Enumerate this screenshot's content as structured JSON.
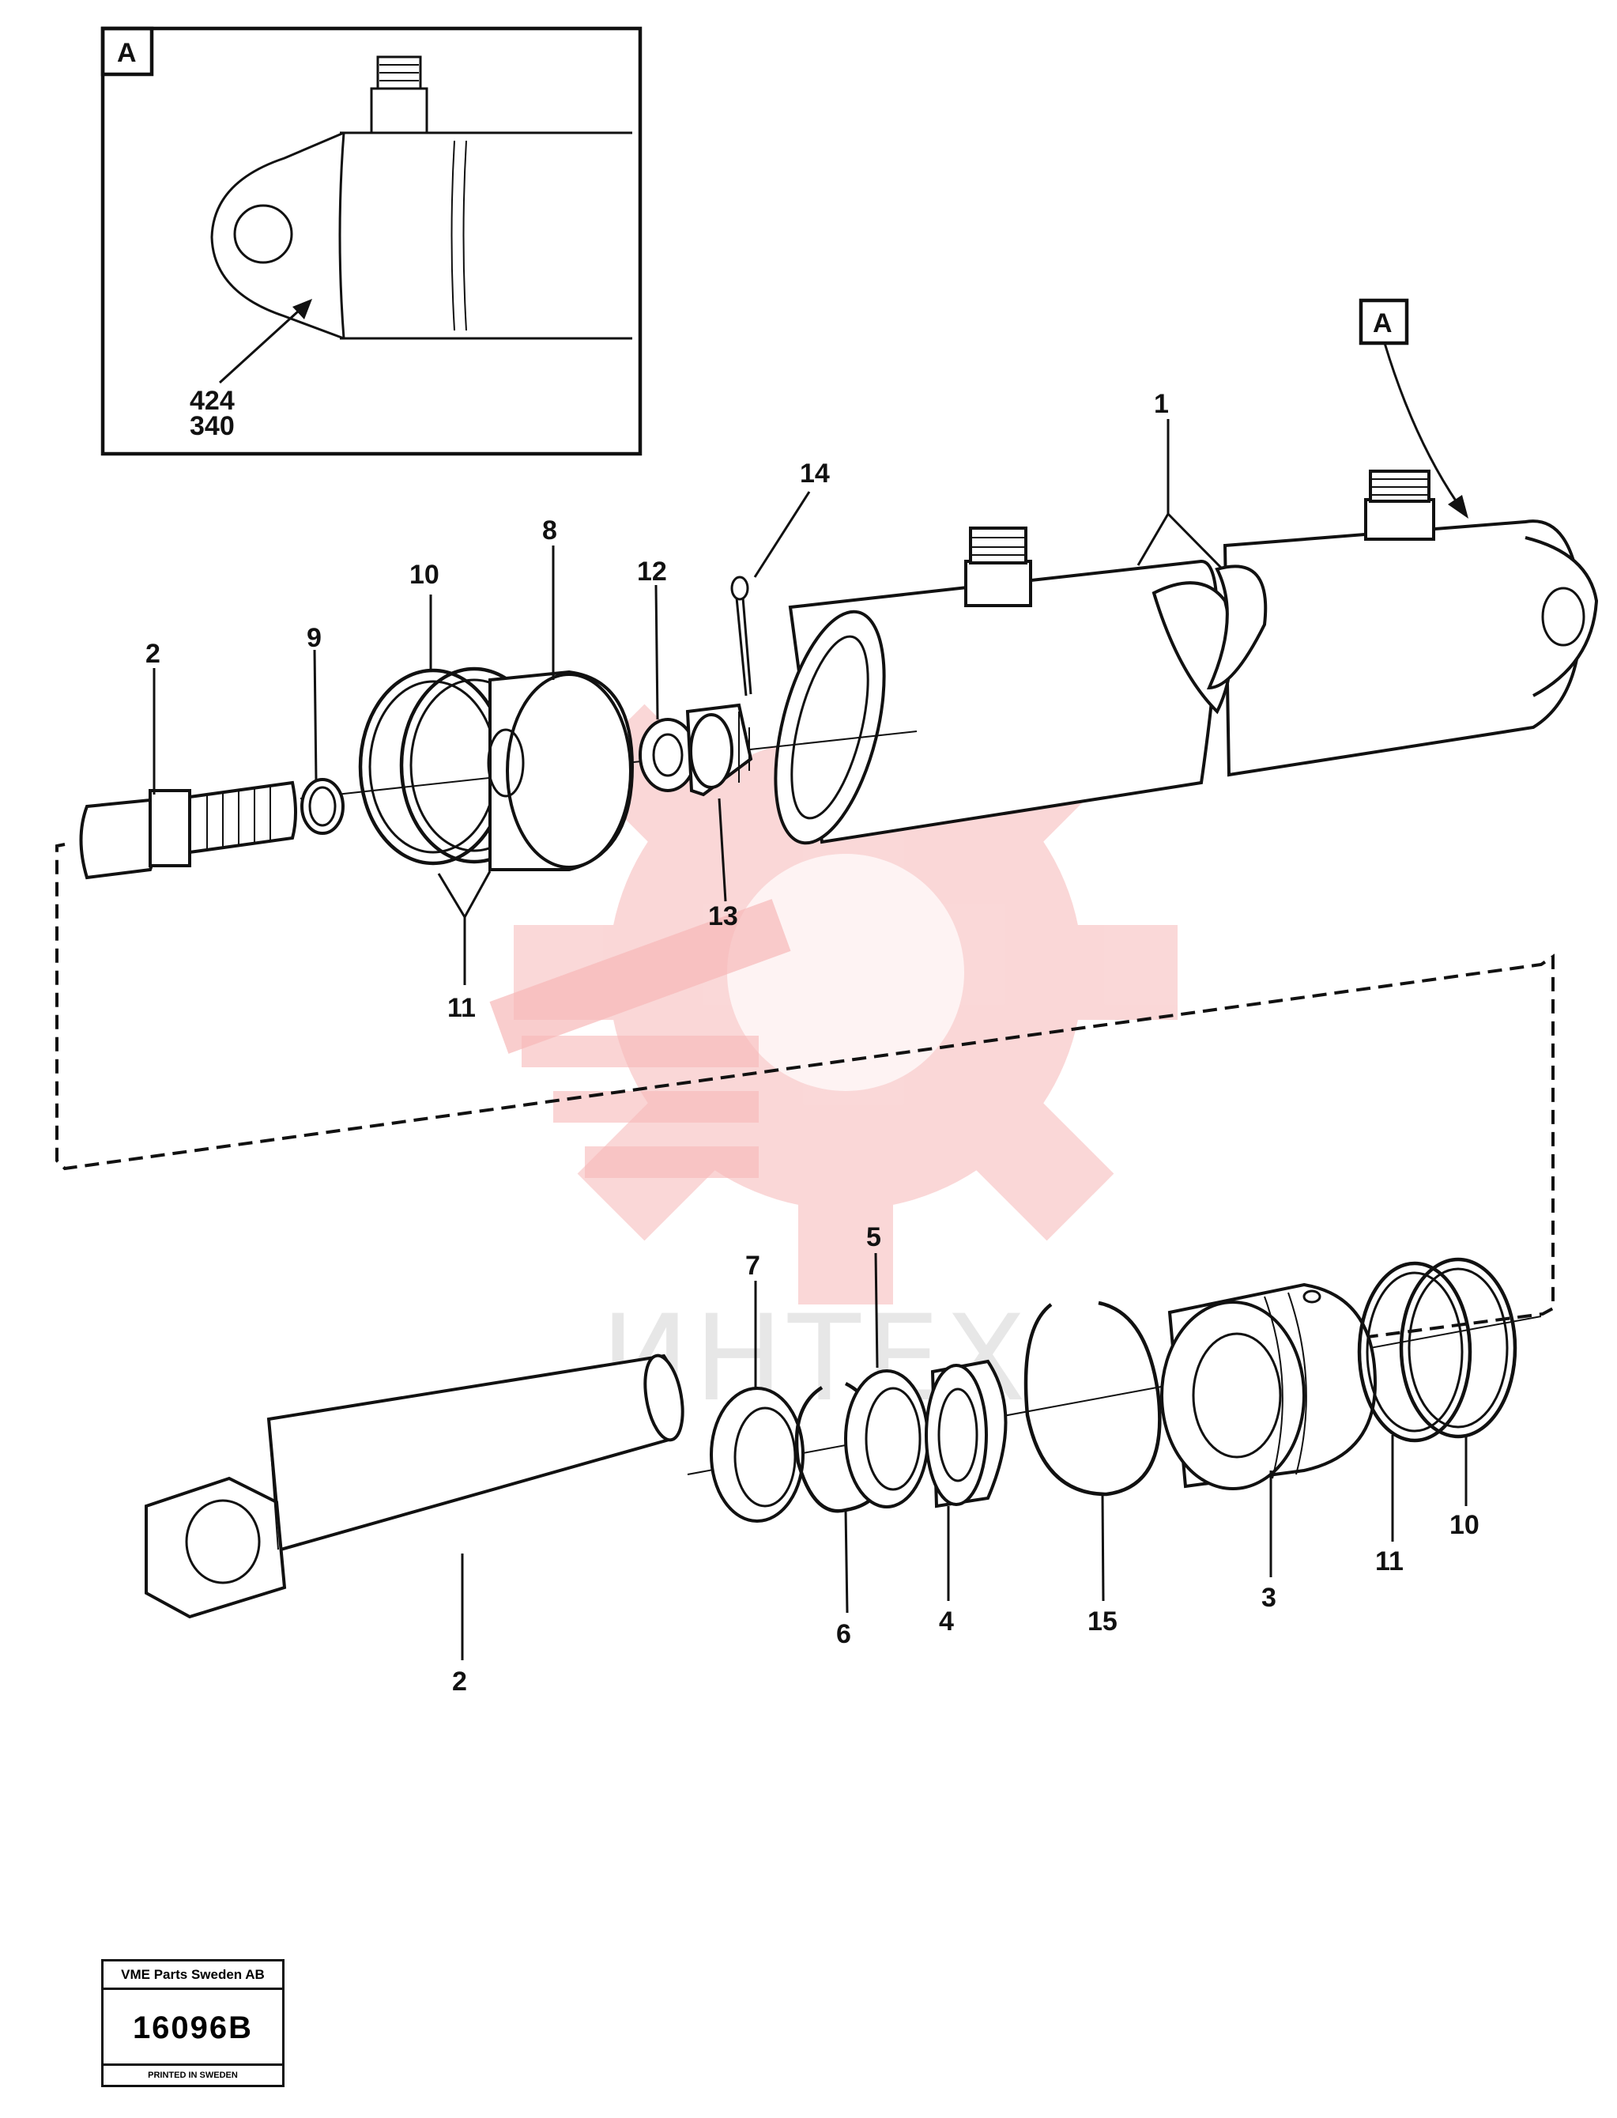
{
  "diagram": {
    "inset_tag": "A",
    "inset_refs": [
      "424",
      "340"
    ],
    "callout_tag": "A",
    "labels": {
      "l1": "1",
      "l2_top": "2",
      "l9": "9",
      "l10_top": "10",
      "l8": "8",
      "l12": "12",
      "l14": "14",
      "l13": "13",
      "l11_top": "11",
      "l7": "7",
      "l5": "5",
      "l6": "6",
      "l4": "4",
      "l15": "15",
      "l3": "3",
      "l11_bot": "11",
      "l10_bot": "10",
      "l2_bot": "2"
    }
  },
  "watermark": {
    "text": "ИНТЕХ",
    "color": "#f6b8b8"
  },
  "title_block": {
    "company": "VME Parts Sweden AB",
    "drawing_number": "16096B",
    "printed": "PRINTED IN SWEDEN"
  }
}
